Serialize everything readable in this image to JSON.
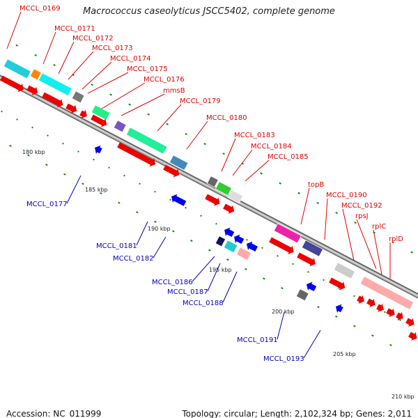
{
  "title": "Macrococcus caseolyticus JSCC5402, complete genome",
  "footer": {
    "accession": "Accession: NC_011999",
    "topology": "Topology: circular; Length: 2,102,324 bp; Genes: 2,011"
  },
  "ticks": [
    "180 kbp",
    "185 kbp",
    "190 kbp",
    "195 kbp",
    "200 kbp",
    "205 kbp",
    "210 kbp"
  ],
  "forward_labels": [
    "MCCL_0169",
    "MCCL_0171",
    "MCCL_0172",
    "MCCL_0173",
    "MCCL_0174",
    "MCCL_0175",
    "MCCL_0176",
    "mmsB",
    "MCCL_0179",
    "MCCL_0180",
    "MCCL_0183",
    "MCCL_0184",
    "MCCL_0185",
    "topB",
    "MCCL_0190",
    "MCCL_0192",
    "rpsJ",
    "rplC",
    "rplD"
  ],
  "reverse_labels": [
    "MCCL_0177",
    "MCCL_0181",
    "MCCL_0182",
    "MCCL_0186",
    "MCCL_0187",
    "MCCL_0188",
    "MCCL_0191",
    "MCCL_0193"
  ],
  "colors": {
    "forward_gene": "#ee0000",
    "reverse_gene": "#0000ee",
    "forward_label": "#dd0000",
    "reverse_label": "#0000bb",
    "tick": "#118811",
    "backbone": "#8a8a8a"
  }
}
